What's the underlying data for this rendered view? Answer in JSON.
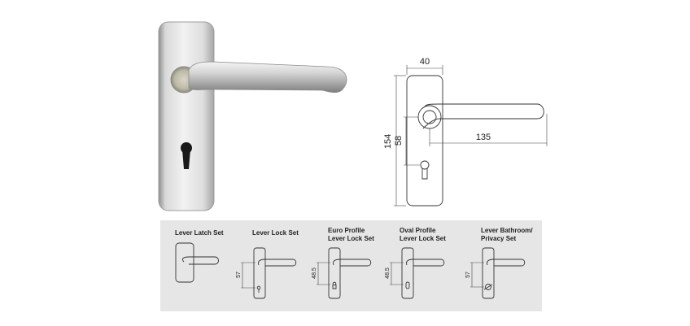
{
  "dimensions": {
    "plate_width": "40",
    "overall_height": "154",
    "center_distance": "58",
    "lever_length": "135"
  },
  "variants": [
    {
      "label_lines": [
        "Lever Latch Set"
      ],
      "dim": ""
    },
    {
      "label_lines": [
        "Lever Lock Set"
      ],
      "dim": "57"
    },
    {
      "label_lines": [
        "Euro Profile",
        "Lever Lock Set"
      ],
      "dim": "48.5"
    },
    {
      "label_lines": [
        "Oval Profile",
        "Lever Lock Set"
      ],
      "dim": "48.5"
    },
    {
      "label_lines": [
        "Lever Bathroom/",
        "Privacy Set"
      ],
      "dim": "57"
    }
  ],
  "colors": {
    "panel_bg": "#e6e6e6",
    "metal_light": "#eeeeee",
    "metal_dark": "#9a9a9a",
    "line": "#333333"
  }
}
